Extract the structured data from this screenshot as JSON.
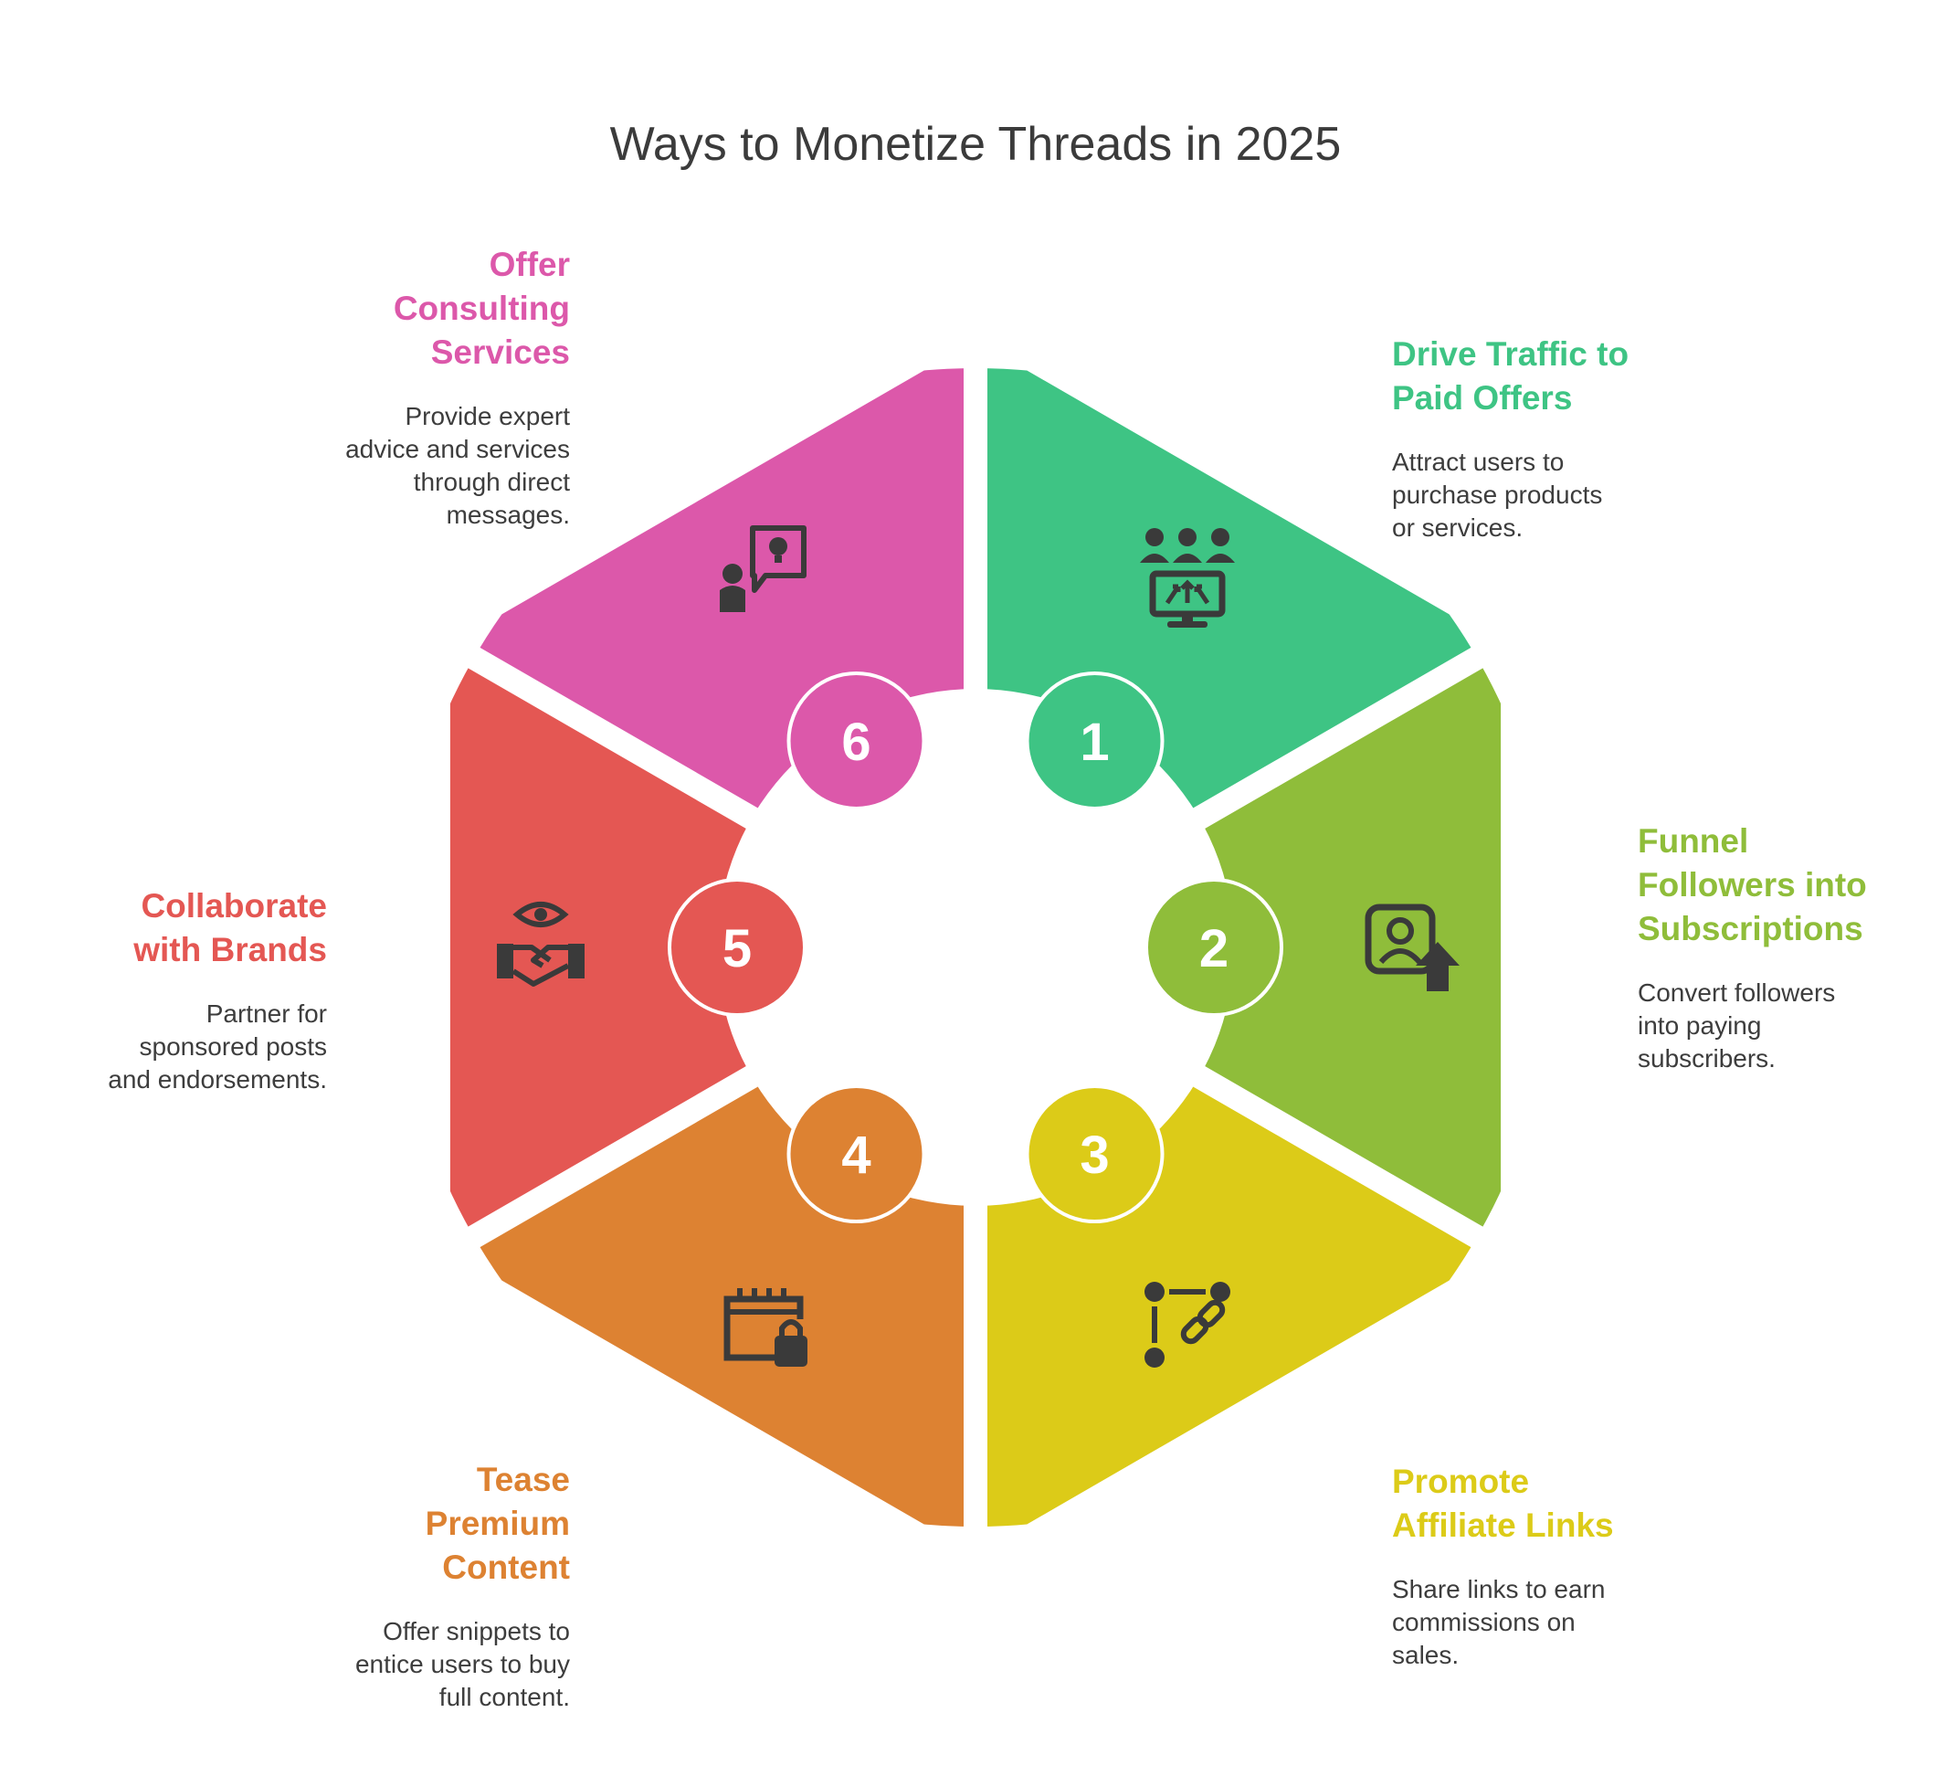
{
  "title": "Ways to Monetize Threads in 2025",
  "background": "#ffffff",
  "icon_color": "#3a3a3a",
  "steps": [
    {
      "number": "1",
      "title": "Drive Traffic to\nPaid Offers",
      "description": "Attract users to\npurchase products\nor services.",
      "color": "#3ec484",
      "icon": "audience-to-monitor-icon"
    },
    {
      "number": "2",
      "title": "Funnel\nFollowers into\nSubscriptions",
      "description": "Convert followers\ninto paying\nsubscribers.",
      "color": "#8fbd3a",
      "icon": "profile-upgrade-icon"
    },
    {
      "number": "3",
      "title": "Promote\nAffiliate Links",
      "description": "Share links to earn\ncommissions on\nsales.",
      "color": "#dccb18",
      "icon": "chain-link-icon"
    },
    {
      "number": "4",
      "title": "Tease\nPremium\nContent",
      "description": "Offer snippets to\nentice users to buy\nfull content.",
      "color": "#dd8232",
      "icon": "calendar-lock-icon"
    },
    {
      "number": "5",
      "title": "Collaborate\nwith Brands",
      "description": "Partner for\nsponsored posts\nand endorsements.",
      "color": "#e45753",
      "icon": "handshake-eye-icon"
    },
    {
      "number": "6",
      "title": "Offer\nConsulting\nServices",
      "description": "Provide expert\nadvice and services\nthrough direct\nmessages.",
      "color": "#dc58aa",
      "icon": "consultant-idea-icon"
    }
  ]
}
